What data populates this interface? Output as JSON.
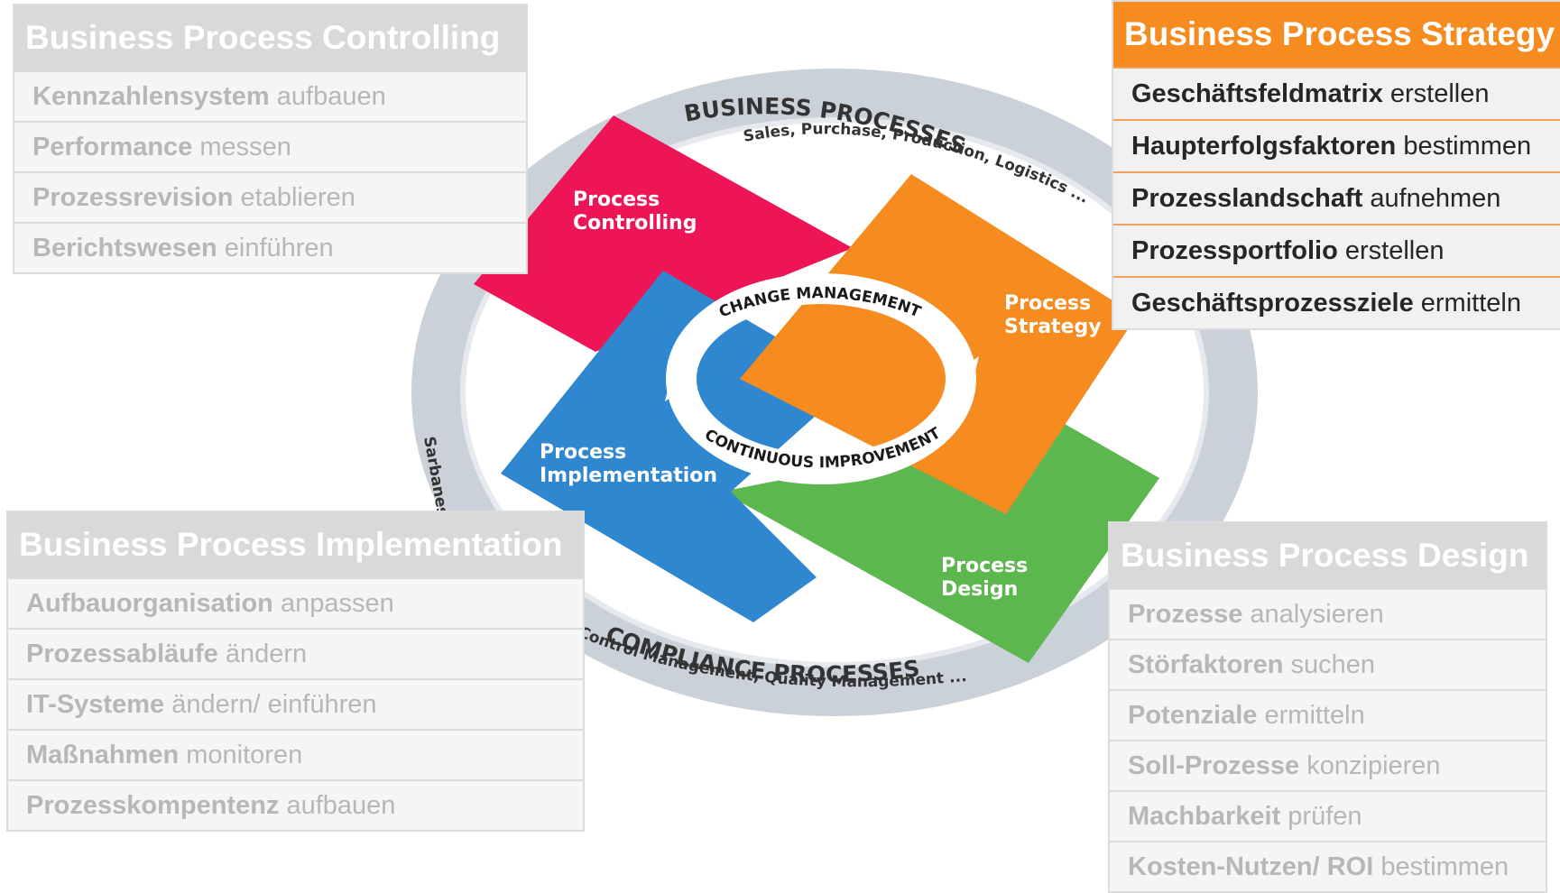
{
  "diagram": {
    "outer_ring": {
      "top_title": "BUSINESS PROCESSES",
      "top_subtitle": "Sales, Purchase, Production, Logistics ...",
      "bottom_title": "COMPLIANCE PROCESSES",
      "bottom_subtitle": "Control Management, Quality Management ...",
      "side_label": "Sarbanes"
    },
    "inner_ring": {
      "top": "CHANGE MANAGEMENT",
      "bottom": "CONTINUOUS IMPROVEMENT"
    },
    "quadrants": {
      "controlling": {
        "line1": "Process",
        "line2": "Controlling",
        "color": "#ee1556"
      },
      "strategy": {
        "line1": "Process",
        "line2": "Strategy",
        "color": "#f68b1f"
      },
      "implementation": {
        "line1": "Process",
        "line2": "Implementation",
        "color": "#2f87d0"
      },
      "design": {
        "line1": "Process",
        "line2": "Design",
        "color": "#5cb74f"
      }
    },
    "ring_color": "#cbd1d8"
  },
  "panels": {
    "controlling": {
      "title": "Business Process Controlling",
      "items": [
        {
          "bold": "Kennzahlensystem",
          "rest": " aufbauen"
        },
        {
          "bold": "Performance",
          "rest": " messen"
        },
        {
          "bold": "Prozessrevision",
          "rest": " etablieren"
        },
        {
          "bold": "Berichtswesen",
          "rest": " einführen"
        }
      ]
    },
    "strategy": {
      "title": "Business Process Strategy",
      "items": [
        {
          "bold": "Geschäftsfeldmatrix",
          "rest": " erstellen"
        },
        {
          "bold": "Haupterfolgsfaktoren",
          "rest": " bestimmen"
        },
        {
          "bold": "Prozesslandschaft",
          "rest": " aufnehmen"
        },
        {
          "bold": "Prozessportfolio",
          "rest": " erstellen"
        },
        {
          "bold": "Geschäftsprozessziele",
          "rest": " ermitteln"
        }
      ]
    },
    "implementation": {
      "title": "Business Process Implementation",
      "items": [
        {
          "bold": "Aufbauorganisation",
          "rest": " anpassen"
        },
        {
          "bold": "Prozessabläufe",
          "rest": " ändern"
        },
        {
          "bold": "IT-Systeme",
          "rest": " ändern/ einführen"
        },
        {
          "bold": "Maßnahmen",
          "rest": " monitoren"
        },
        {
          "bold": "Prozesskompentenz",
          "rest": " aufbauen"
        }
      ]
    },
    "design": {
      "title": "Business Process Design",
      "items": [
        {
          "bold": "Prozesse",
          "rest": " analysieren"
        },
        {
          "bold": "Störfaktoren",
          "rest": " suchen"
        },
        {
          "bold": "Potenziale",
          "rest": " ermitteln"
        },
        {
          "bold": "Soll-Prozesse",
          "rest": " konzipieren"
        },
        {
          "bold": "Machbarkeit",
          "rest": " prüfen"
        },
        {
          "bold": "Kosten-Nutzen/ ROI",
          "rest": " bestimmen"
        }
      ]
    }
  }
}
